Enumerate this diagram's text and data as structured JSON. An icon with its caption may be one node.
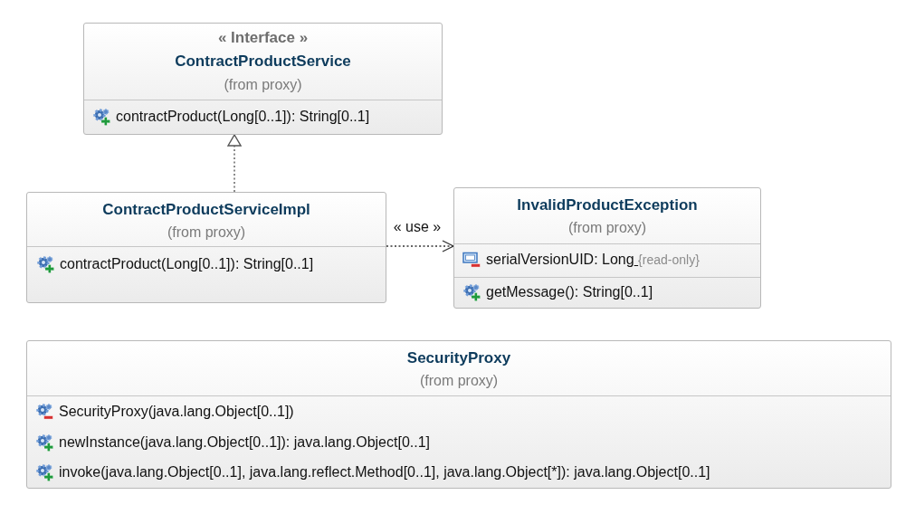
{
  "diagram": {
    "nodes": [
      {
        "text": [
          "« Interface »",
          "ContractProductService",
          "(from proxy)",
          "contractProduct(Long[0..1]): String[0..1]"
        ]
      },
      {
        "text": [
          "ContractProductServiceImpl",
          "(from proxy)",
          "contractProduct(Long[0..1]): String[0..1]"
        ]
      },
      {
        "text": [
          "InvalidProductException",
          "(from proxy)",
          "serialVersionUID: Long",
          "{read-only}",
          "getMessage(): String[0..1]"
        ]
      },
      {
        "text": [
          "SecurityProxy",
          "(from proxy)",
          "SecurityProxy(java.lang.Object[0..1])",
          "newInstance(java.lang.Object[0..1]): java.lang.Object[0..1]",
          "invoke(java.lang.Object[0..1], java.lang.reflect.Method[0..1], java.lang.Object[*]): java.lang.Object[0..1]"
        ]
      }
    ],
    "edges": [
      {
        "from": 1,
        "to": 0,
        "arrow": "to",
        "style": "dashed"
      },
      {
        "from": 1,
        "to": 2,
        "arrow": "to",
        "label": "« use »",
        "style": "dashed"
      }
    ]
  }
}
